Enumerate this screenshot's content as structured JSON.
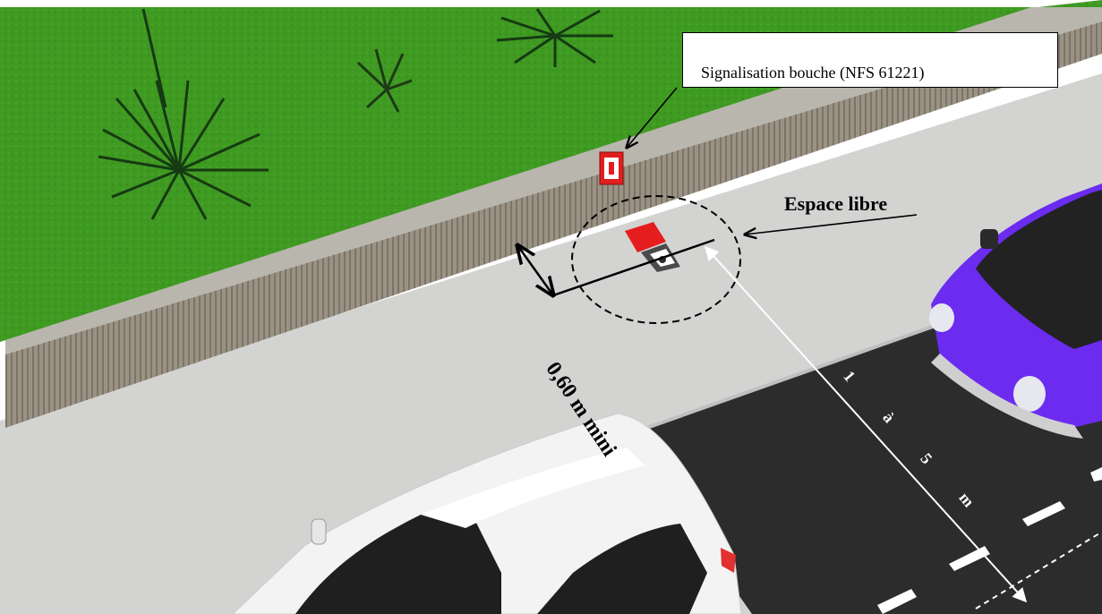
{
  "annotations": {
    "sign_label": "Signalisation bouche (NFS 61221)",
    "free_space_label": "Espace libre",
    "min_distance_label": "0,60 m mini",
    "road_distance_chars": [
      "1",
      "à",
      "5",
      "m"
    ]
  },
  "colors": {
    "grass": "#3f9a22",
    "sidewalk": "#d3d4d2",
    "wall": "#8d8678",
    "road": "#2c2c2c",
    "hydrant_sign": "#e11e1e",
    "purple_car": "#6b2cf0",
    "white_car": "#f3f3f3"
  },
  "icons": [
    "hydrant-sign-icon",
    "hydrant-cover-icon",
    "plant-icon"
  ]
}
